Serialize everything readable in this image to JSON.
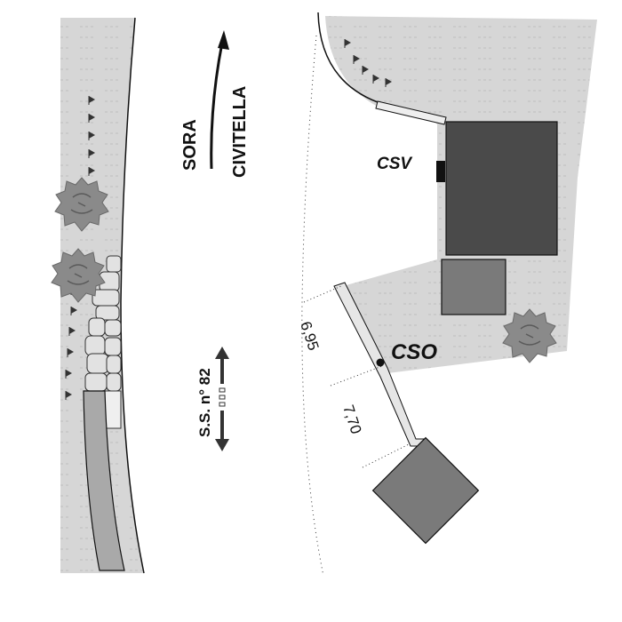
{
  "labels": {
    "direction_north_left": "SORA",
    "direction_north_right": "CIVITELLA",
    "road_name": "S.S. n° 82",
    "building_csv": "CSV",
    "point_cso": "CSO",
    "distance_1": "6,95",
    "distance_2": "7,70"
  },
  "colors": {
    "ground": "#d6d6d6",
    "ground_lines": "#bdbdbd",
    "building_dark": "#4a4a4a",
    "building_mid": "#7a7a7a",
    "tree": "#8a8a8a",
    "road_strip": "#a9a9a9",
    "ink": "#111111"
  },
  "icons": [
    "tree-icon",
    "arrow-up-icon",
    "arrow-double-vertical-icon",
    "point-marker-icon"
  ]
}
